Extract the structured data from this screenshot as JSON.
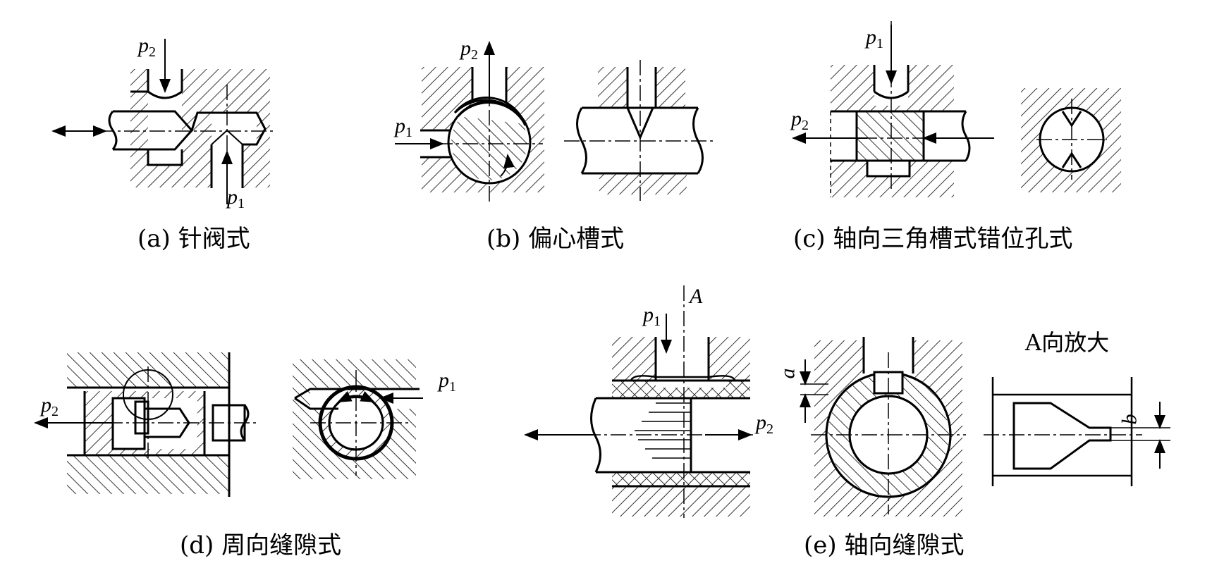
{
  "captions": {
    "a": "(a) 针阀式",
    "b": "(b) 偏心槽式",
    "c": "(c) 轴向三角槽式错位孔式",
    "d": "(d) 周向缝隙式",
    "e": "(e) 轴向缝隙式"
  },
  "labels": {
    "p": "p",
    "sub1": "1",
    "sub2": "2",
    "A": "A",
    "a": "a",
    "b": "b",
    "a_view": "A向放大"
  },
  "colors": {
    "line": "#000000",
    "background": "#ffffff"
  }
}
